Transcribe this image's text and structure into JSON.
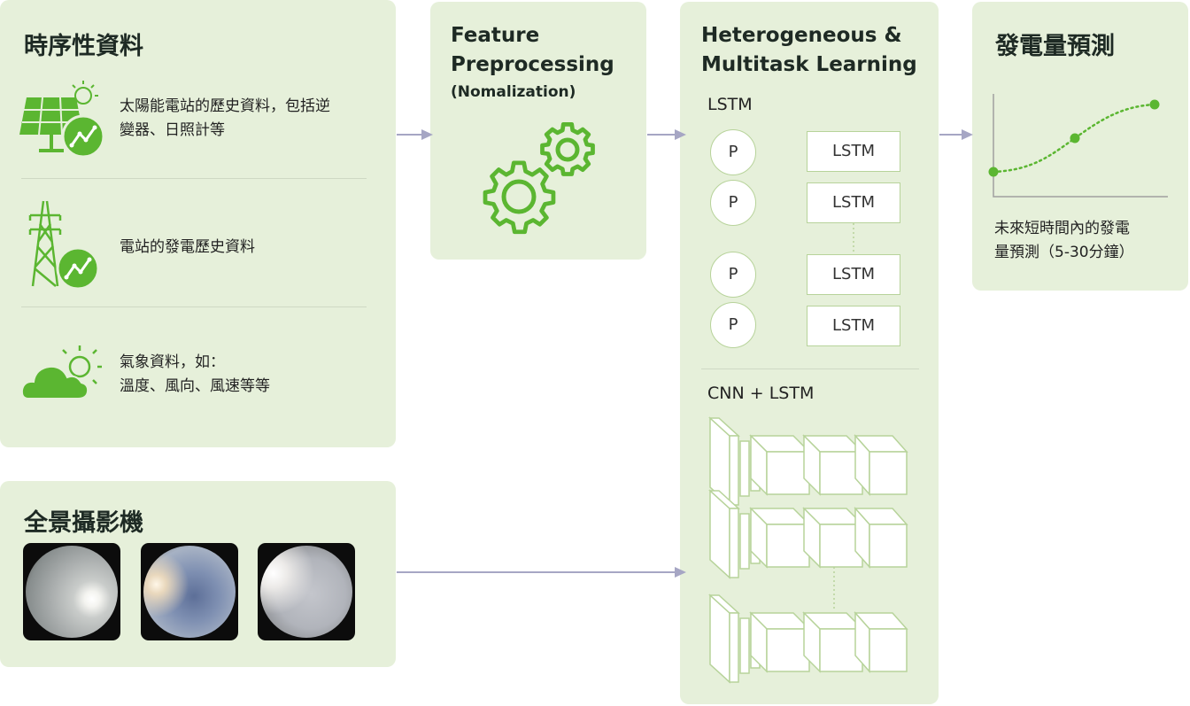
{
  "time_series": {
    "title": "時序性資料",
    "items": [
      {
        "icon": "solar-panel-icon",
        "lines": [
          "太陽能電站的歷史資料，包括逆",
          "變器、日照計等"
        ]
      },
      {
        "icon": "power-tower-icon",
        "lines": [
          "電站的發電歷史資料"
        ]
      },
      {
        "icon": "weather-cloud-sun-icon",
        "lines": [
          "氣象資料，如：",
          "溫度、風向、風速等等"
        ]
      }
    ]
  },
  "panorama": {
    "title": "全景攝影機",
    "images": [
      "sky-image-1",
      "sky-image-2",
      "sky-image-3"
    ]
  },
  "feature": {
    "title_lines": [
      "Feature",
      "Preprocessing"
    ],
    "subtitle": "(Nomalization)",
    "icon": "gears-icon"
  },
  "learning": {
    "title_lines": [
      "Heterogeneous &",
      "Multitask Learning"
    ],
    "lstm_label": "LSTM",
    "p_label": "P",
    "box_label": "LSTM",
    "cnn_label": "CNN + LSTM"
  },
  "forecast": {
    "title": "發電量預測",
    "desc_lines": [
      "未來短時間內的發電",
      "量預測（5-30分鐘）"
    ]
  },
  "colors": {
    "panel_bg": "#e6f0da",
    "accent_green": "#5bb631",
    "arrow": "#a6a6c4"
  }
}
